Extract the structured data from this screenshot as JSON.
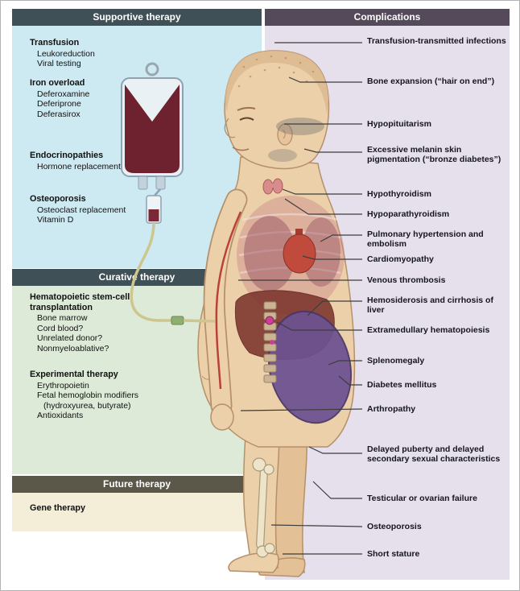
{
  "panels": {
    "supportive": {
      "title": "Supportive therapy",
      "groups": [
        {
          "heading": "Transfusion",
          "items": [
            "Leukoreduction",
            "Viral testing"
          ]
        },
        {
          "heading": "Iron overload",
          "items": [
            "Deferoxamine",
            "Deferiprone",
            "Deferasirox"
          ]
        },
        {
          "heading": "Endocrinopathies",
          "items": [
            "Hormone replacement"
          ]
        },
        {
          "heading": "Osteoporosis",
          "items": [
            "Osteoclast replacement",
            "Vitamin D"
          ]
        }
      ]
    },
    "curative": {
      "title": "Curative therapy",
      "groups": [
        {
          "heading": "Hematopoietic stem-cell transplantation",
          "items": [
            "Bone marrow",
            "Cord blood?",
            "Unrelated donor?",
            "Nonmyeloablative?"
          ]
        },
        {
          "heading": "Experimental therapy",
          "items": [
            "Erythropoietin",
            "Fetal hemoglobin modifiers",
            "(hydroxyurea, butyrate)",
            "Antioxidants"
          ]
        }
      ]
    },
    "future": {
      "title": "Future therapy",
      "groups": [
        {
          "heading": "Gene therapy",
          "items": []
        }
      ]
    },
    "complications": {
      "title": "Complications",
      "labels": [
        "Transfusion-transmitted infections",
        "Bone expansion (“hair on end”)",
        "Hypopituitarism",
        "Excessive melanin skin pigmentation (“bronze diabetes”)",
        "Hypothyroidism",
        "Hypoparathyroidism",
        "Pulmonary hypertension and embolism",
        "Cardiomyopathy",
        "Venous thrombosis",
        "Hemosiderosis and cirrhosis of liver",
        "Extramedullary hematopoiesis",
        "Splenomegaly",
        "Diabetes mellitus",
        "Arthropathy",
        "Delayed puberty and delayed secondary sexual characteristics",
        "Testicular or ovarian failure",
        "Osteoporosis",
        "Short stature"
      ]
    }
  },
  "illustration": {
    "blood_bag": "blood-transfusion-bag-with-iv-line",
    "figure": "child-with-thalassemia-showing-organs"
  },
  "colors": {
    "supportive-header": "#3f5156",
    "curative-header": "#3f5156",
    "future-header": "#5b5849",
    "complications-header": "#554a5a",
    "supportive-bg": "#cde9f1",
    "curative-bg": "#dcead7",
    "future-bg": "#f4eed8",
    "complications-bg": "#e6dfec",
    "skin": "#ecd0aa",
    "blood": "#6e2230",
    "liver": "#7c352c",
    "spleen": "#6c5191"
  }
}
